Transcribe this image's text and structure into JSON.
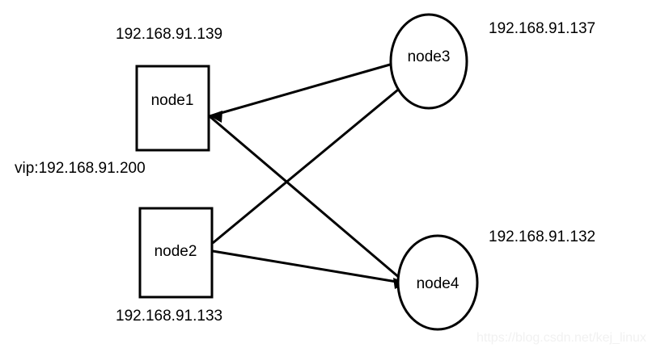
{
  "diagram": {
    "type": "network-topology",
    "background_color": "#ffffff",
    "stroke_color": "#000000",
    "text_color": "#000000",
    "nodes": [
      {
        "id": "node1",
        "label": "node1",
        "shape": "rectangle",
        "ip_label": "192.168.91.139",
        "ip_label_position": "top",
        "secondary_label": "vip:192.168.91.200",
        "secondary_label_position": "bottom-left"
      },
      {
        "id": "node2",
        "label": "node2",
        "shape": "rectangle",
        "ip_label": "192.168.91.133",
        "ip_label_position": "bottom"
      },
      {
        "id": "node3",
        "label": "node3",
        "shape": "ellipse",
        "ip_label": "192.168.91.137",
        "ip_label_position": "right"
      },
      {
        "id": "node4",
        "label": "node4",
        "shape": "ellipse",
        "ip_label": "192.168.91.132",
        "ip_label_position": "right"
      }
    ],
    "edges": [
      {
        "from": "node1",
        "to": "node3",
        "arrow": "both"
      },
      {
        "from": "node1",
        "to": "node4",
        "arrow": "to"
      },
      {
        "from": "node2",
        "to": "node3",
        "arrow": "to"
      },
      {
        "from": "node2",
        "to": "node4",
        "arrow": "to"
      }
    ]
  },
  "watermark": {
    "text": "https://blog.csdn.net/kej_linux"
  }
}
